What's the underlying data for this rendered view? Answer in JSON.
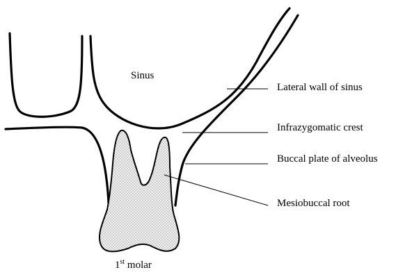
{
  "labels": {
    "sinus": "Sinus",
    "lateral_wall": "Lateral wall of sinus",
    "infrazygomatic_crest": "Infrazygomatic crest",
    "buccal_plate": "Buccal plate of alveolus",
    "mesiobuccal_root": "Mesiobuccal root",
    "tooth_number": "1",
    "tooth_superscript": "st",
    "tooth_name": " molar"
  },
  "colors": {
    "stroke": "#000000",
    "tooth_fill": "#f2f2f2",
    "tooth_stipple": "#6e6e6e"
  }
}
